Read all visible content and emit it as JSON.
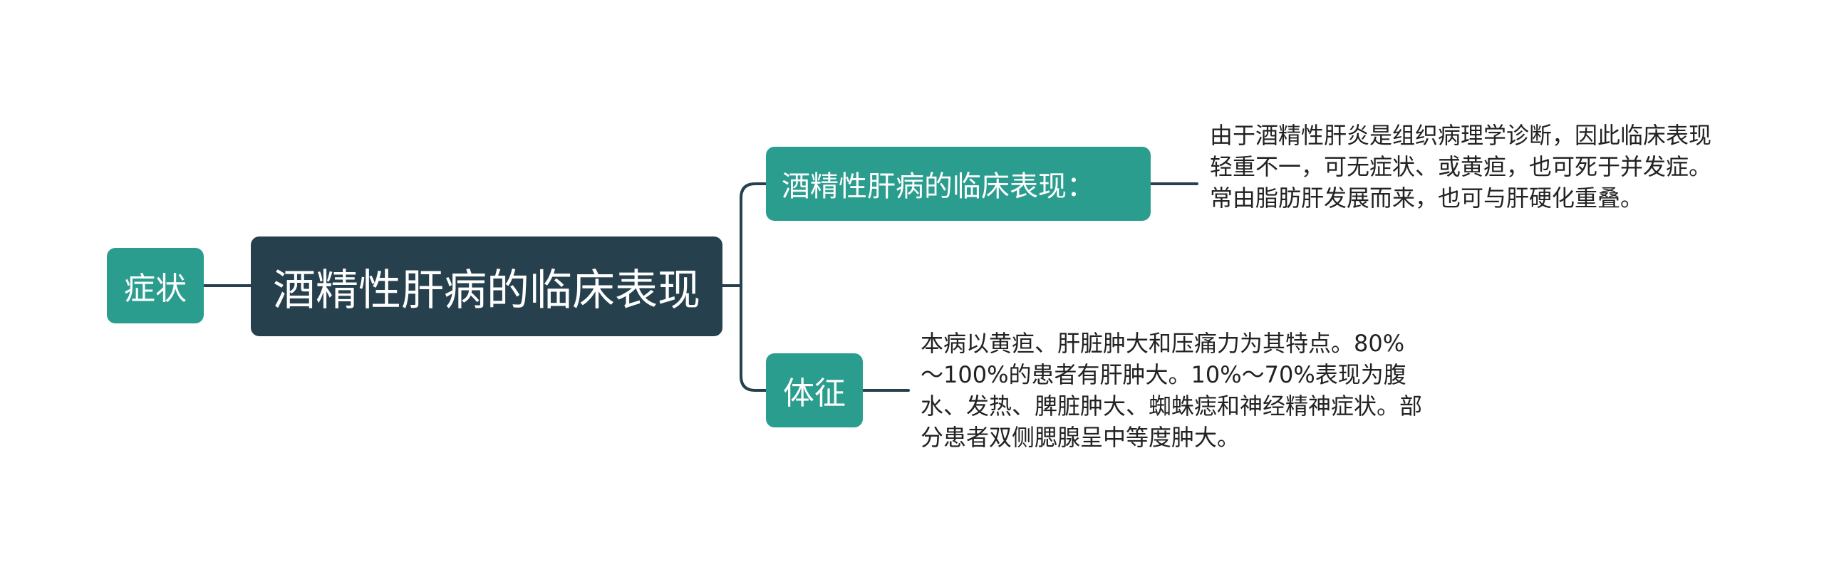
{
  "mindmap": {
    "root_label": "症状",
    "central_label": "酒精性肝病的临床表现",
    "branches": [
      {
        "label": "酒精性肝病的临床表现：",
        "detail": "由于酒精性肝炎是组织病理学诊断，因此临床表现轻重不一，可无症状、或黄疸，也可死于并发症。常由脂肪肝发展而来，也可与肝硬化重叠。"
      },
      {
        "label": "体征",
        "detail": "本病以黄疸、肝脏肿大和压痛力为其特点。80%～100%的患者有肝肿大。10%～70%表现为腹水、发热、脾脏肿大、蜘蛛痣和神经精神症状。部分患者双侧腮腺呈中等度肿大。"
      }
    ]
  },
  "colors": {
    "teal": "#2a9d8f",
    "dark": "#26404d",
    "connector": "#26404d",
    "text": "#222222"
  }
}
